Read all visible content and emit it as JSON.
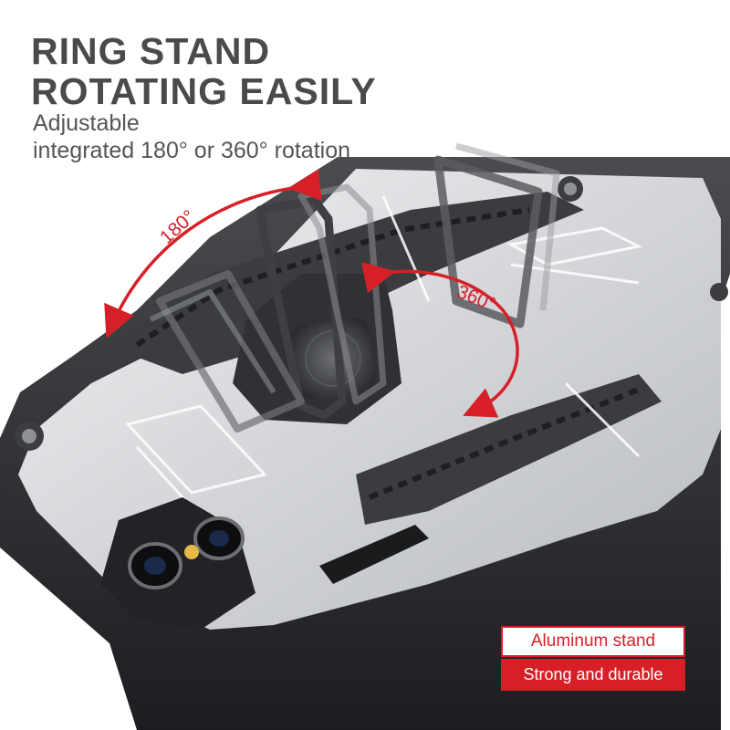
{
  "headline": {
    "line1": "RING STAND",
    "line2": "ROTATING EASILY"
  },
  "subtitle": {
    "line1": "Adjustable",
    "line2": "integrated 180° or 360° rotation"
  },
  "angles": {
    "left": "180°",
    "right": "360°"
  },
  "badges": {
    "top": "Aluminum stand",
    "bottom": "Strong and durable"
  },
  "colors": {
    "accent_red": "#d71f27",
    "headline_gray": "#4a4a4a",
    "case_silver": "#d9dadc",
    "case_black": "#2b2d30"
  }
}
